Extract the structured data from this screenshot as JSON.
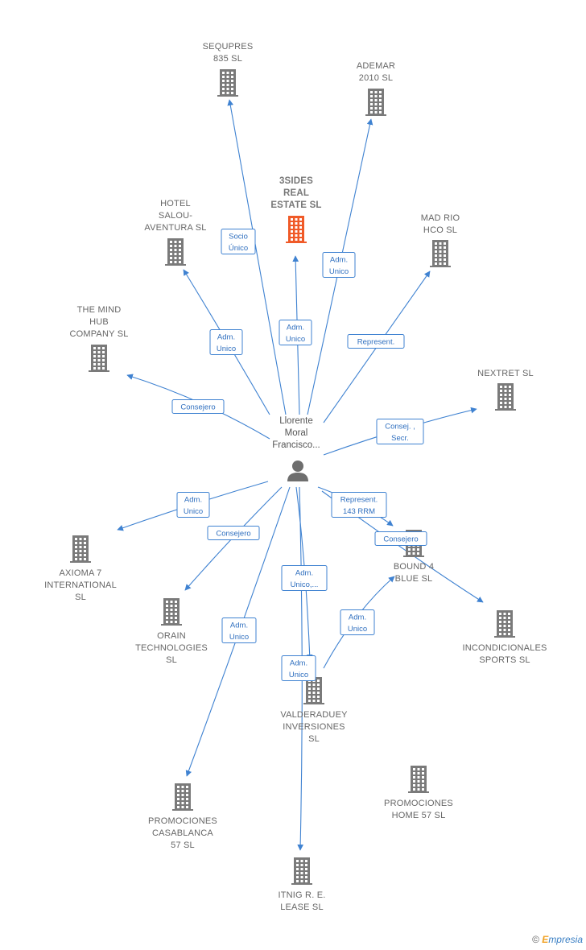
{
  "colors": {
    "edge": "#3f82d1",
    "building": "#7a7a7a",
    "focus_building": "#f05a28",
    "label": "#666666"
  },
  "person": {
    "name_lines": [
      "Llorente",
      "Moral",
      "Francisco..."
    ],
    "icon": "person-icon"
  },
  "companies": [
    {
      "id": "sequpres",
      "lines": [
        "SEQUPRES",
        "835  SL"
      ],
      "focus": false
    },
    {
      "id": "ademar",
      "lines": [
        "ADEMAR",
        "2010 SL"
      ],
      "focus": false
    },
    {
      "id": "3sides",
      "lines": [
        "3SIDES",
        "REAL",
        "ESTATE  SL"
      ],
      "focus": true
    },
    {
      "id": "hotel",
      "lines": [
        "HOTEL",
        "SALOU-",
        "AVENTURA  SL"
      ],
      "focus": false
    },
    {
      "id": "madrio",
      "lines": [
        "MAD RIO",
        "HCO  SL"
      ],
      "focus": false
    },
    {
      "id": "mindhub",
      "lines": [
        "THE MIND",
        "HUB",
        "COMPANY  SL"
      ],
      "focus": false
    },
    {
      "id": "nextret",
      "lines": [
        "NEXTRET SL"
      ],
      "focus": false
    },
    {
      "id": "axioma",
      "lines": [
        "AXIOMA 7",
        "INTERNATIONAL",
        "SL"
      ],
      "focus": false
    },
    {
      "id": "orain",
      "lines": [
        "ORAIN",
        "TECHNOLOGIES",
        "SL"
      ],
      "focus": false
    },
    {
      "id": "bound4",
      "lines": [
        "BOUND 4",
        "BLUE  SL"
      ],
      "focus": false
    },
    {
      "id": "incond",
      "lines": [
        "INCONDICIONALES",
        "SPORTS SL"
      ],
      "focus": false
    },
    {
      "id": "valderaduey",
      "lines": [
        "VALDERADUEY",
        "INVERSIONES",
        "SL"
      ],
      "focus": false
    },
    {
      "id": "promhome",
      "lines": [
        "PROMOCIONES",
        "HOME 57  SL"
      ],
      "focus": false
    },
    {
      "id": "promcasa",
      "lines": [
        "PROMOCIONES",
        "CASABLANCA",
        "57  SL"
      ],
      "focus": false
    },
    {
      "id": "itnig",
      "lines": [
        "ITNIG R. E.",
        "LEASE  SL"
      ],
      "focus": false
    }
  ],
  "relations": [
    {
      "to": "sequpres",
      "lines": [
        "Socio",
        "Único"
      ]
    },
    {
      "to": "3sides",
      "lines": [
        "Adm.",
        "Unico"
      ]
    },
    {
      "to": "ademar",
      "lines": [
        "Adm.",
        "Unico"
      ]
    },
    {
      "to": "hotel",
      "lines": [
        "Adm.",
        "Unico"
      ]
    },
    {
      "to": "madrio",
      "lines": [
        "Represent."
      ]
    },
    {
      "to": "mindhub",
      "lines": [
        "Consejero"
      ]
    },
    {
      "to": "nextret",
      "lines": [
        "Consej. ,",
        "Secr."
      ]
    },
    {
      "to": "axioma",
      "lines": [
        "Adm.",
        "Unico"
      ]
    },
    {
      "to": "orain",
      "lines": [
        "Consejero"
      ]
    },
    {
      "to": "bound4",
      "lines": [
        "Represent.",
        "143 RRM"
      ]
    },
    {
      "to": "incond",
      "lines": [
        "Consejero"
      ]
    },
    {
      "to": "valderaduey",
      "lines": [
        "Adm.",
        "Unico,..."
      ]
    },
    {
      "to": "bound4",
      "lines": [
        "Adm.",
        "Unico"
      ]
    },
    {
      "to": "promcasa",
      "lines": [
        "Adm.",
        "Unico"
      ]
    },
    {
      "to": "itnig",
      "lines": [
        "Adm.",
        "Unico"
      ]
    }
  ],
  "footer": {
    "copyright": "©",
    "brand_initial": "E",
    "brand_rest": "mpresia"
  }
}
